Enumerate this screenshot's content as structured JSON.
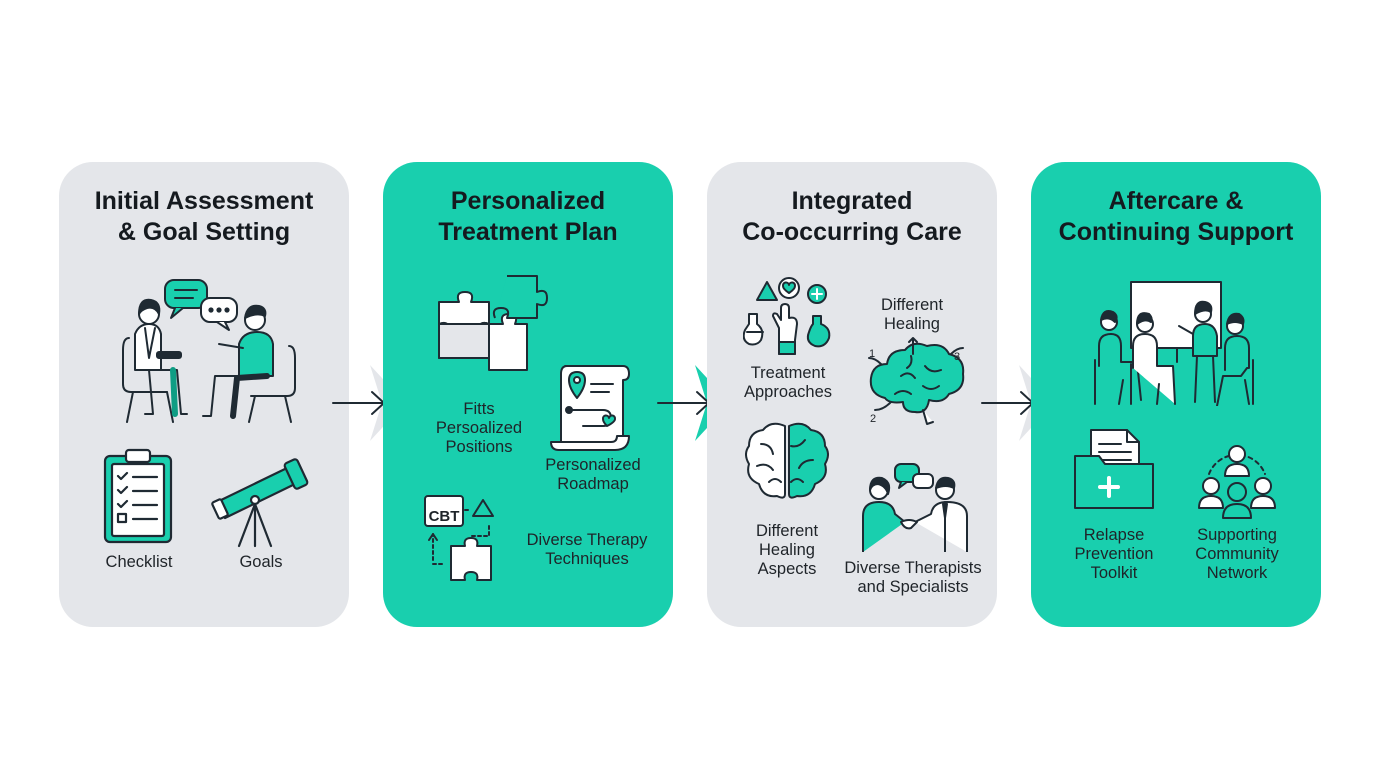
{
  "colors": {
    "accent": "#19cfae",
    "accent_dark": "#0e9d84",
    "grey_panel": "#e4e6ea",
    "ink": "#1f2a33"
  },
  "panels": [
    {
      "title_line1": "Initial Assessment",
      "title_line2": "& Goal Setting",
      "labels": {
        "checklist": "Checklist",
        "goals": "Goals"
      }
    },
    {
      "title_line1": "Personalized",
      "title_line2": "Treatment Plan",
      "labels": {
        "puzzle_1": "Fitts",
        "puzzle_2": "Persoalized",
        "puzzle_3": "Positions",
        "roadmap_1": "Personalized",
        "roadmap_2": "Roadmap",
        "techniques_1": "Diverse Therapy",
        "techniques_2": "Techniques",
        "cbt": "CBT"
      }
    },
    {
      "title_line1": "Integrated",
      "title_line2": "Co-occurring Care",
      "labels": {
        "approaches_1": "Treatment",
        "approaches_2": "Approaches",
        "healing_1": "Different",
        "healing_2": "Healing",
        "aspects_1": "Different",
        "aspects_2": "Healing",
        "aspects_3": "Aspects",
        "therapists_1": "Diverse Therapists",
        "therapists_2": "and Specialists",
        "n1": "1",
        "n2": "2",
        "n3": "3"
      }
    },
    {
      "title_line1": "Aftercare &",
      "title_line2": "Continuing Support",
      "labels": {
        "toolkit_1": "Relapse",
        "toolkit_2": "Prevention",
        "toolkit_3": "Toolkit",
        "network_1": "Supporting",
        "network_2": "Community",
        "network_3": "Network"
      }
    }
  ],
  "icons": [
    "conversation-icon",
    "checklist-icon",
    "telescope-icon",
    "puzzle-icon",
    "roadmap-icon",
    "cbt-puzzle-icon",
    "therapy-tools-icon",
    "brain-icon",
    "split-brain-icon",
    "handshake-icon",
    "group-session-icon",
    "toolkit-folder-icon",
    "community-network-icon",
    "arrow-right-icon"
  ]
}
